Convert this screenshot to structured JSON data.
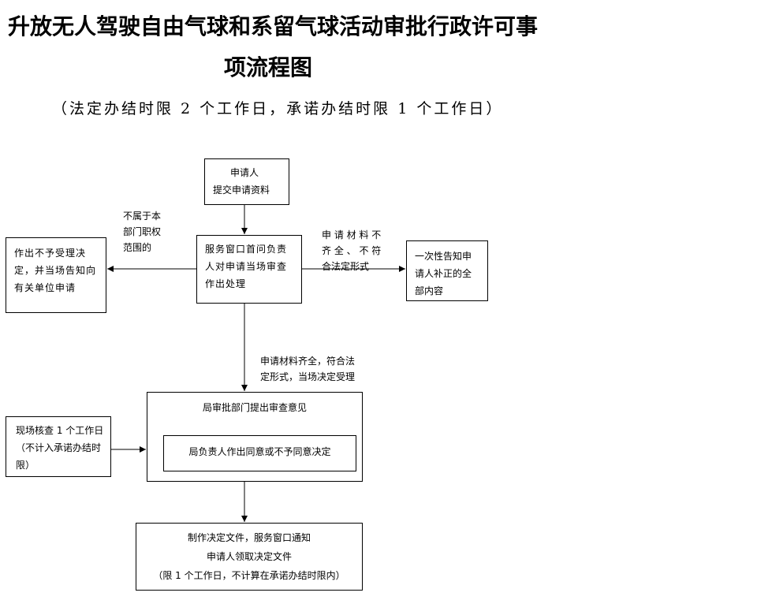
{
  "title": {
    "line1": "升放无人驾驶自由气球和系留气球活动审批行政许可事",
    "line2": "项流程图",
    "subtitle": "（法定办结时限 2 个工作日，承诺办结时限 1 个工作日）"
  },
  "nodes": {
    "apply": {
      "line1": "申请人",
      "line2": "提交申请资料"
    },
    "window": {
      "line1": "服务窗口首问负责",
      "line2": "人对申请当场审查",
      "line3": "作出处理"
    },
    "reject": {
      "line1": "作出不予受理决",
      "line2": "定，并当场告知向",
      "line3": "有关单位申请"
    },
    "notify": {
      "line1": "一次性告知申",
      "line2": "请人补正的全",
      "line3": "部内容"
    },
    "review": {
      "head": "局审批部门提出审查意见",
      "inner": "局负责人作出同意或不予同意决定"
    },
    "onsite": {
      "line1": "现场核查 1 个工作日",
      "line2": "（不计入承诺办结时",
      "line3": "限）"
    },
    "result": {
      "line1": "制作决定文件，服务窗口通知",
      "line2": "申请人领取决定文件",
      "line3": "（限 1 个工作日，不计算在承诺办结时限内）"
    }
  },
  "edge_labels": {
    "not_belong": {
      "line1": "不属于本",
      "line2": "部门职权",
      "line3": "范围的"
    },
    "incomplete": {
      "line1": "申 请 材 料 不",
      "line2": "齐 全 、 不 符",
      "line3": "合法定形式"
    },
    "complete": {
      "line1": "申请材料齐全，符合法",
      "line2": "定形式，当场决定受理"
    }
  }
}
